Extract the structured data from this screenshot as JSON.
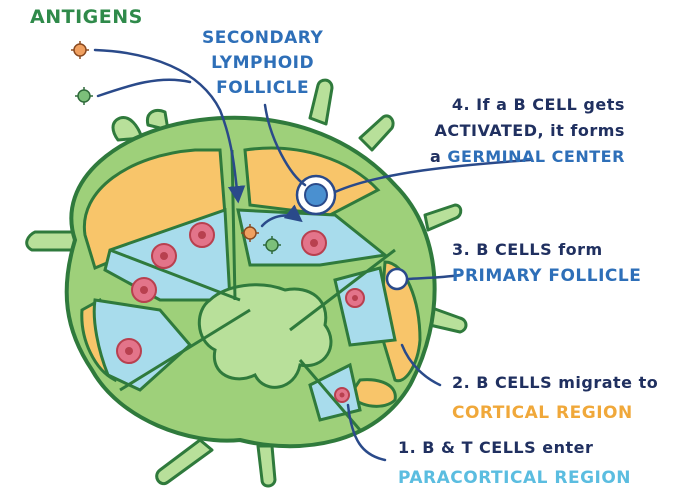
{
  "labels": {
    "antigens": "ANTIGENS",
    "secondary_follicle": [
      "SECONDARY",
      "LYMPHOID",
      "FOLLICLE"
    ],
    "step4": {
      "line1": "4. If a B CELL gets",
      "line2": "ACTIVATED, it forms",
      "line3_prefix": "a ",
      "line3_highlight": "GERMINAL CENTER"
    },
    "step3": {
      "line1": "3. B CELLS form",
      "line2_highlight": "PRIMARY FOLLICLE"
    },
    "step2": {
      "line1": "2. B CELLS migrate to",
      "line2_highlight": "CORTICAL REGION"
    },
    "step1": {
      "line1": "1. B & T CELLS enter",
      "line2_highlight": "PARACORTICAL REGION"
    }
  },
  "colors": {
    "capsule": "#9ed07a",
    "capsule_outline": "#2f7a3c",
    "cortex": "#f8c56a",
    "paracortex": "#a8dcec",
    "medulla": "#b8e09a",
    "cell": "#e3748a",
    "cell_core": "#b8404f",
    "antigen_orange": "#f0a060",
    "antigen_green": "#7cc07a",
    "arrow": "#2a4a8a",
    "text_dark": "#203060",
    "text_blue": "#2e6fb8",
    "text_orange": "#f0a83a",
    "text_cyan": "#5bbde0",
    "text_green": "#2f8a4a"
  }
}
